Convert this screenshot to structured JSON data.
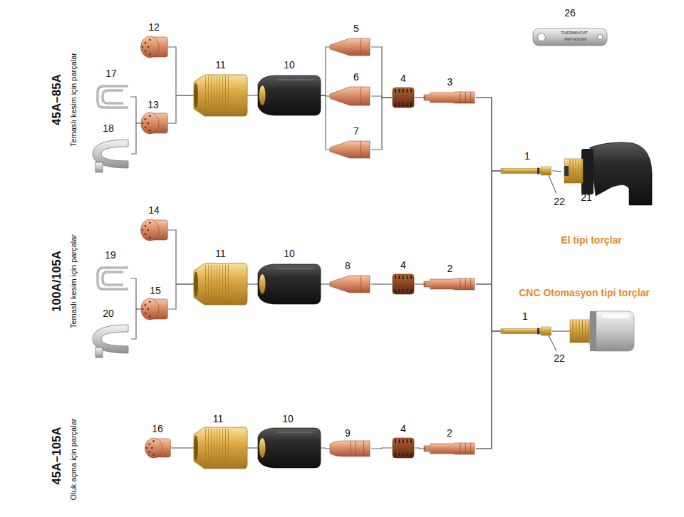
{
  "diagram": {
    "nodes": [
      {
        "text": [
          "12"
        ]
      },
      {
        "text": [
          "17"
        ]
      },
      {
        "text": [
          "13"
        ]
      },
      {
        "text": [
          "18"
        ]
      },
      {
        "text": [
          "11"
        ]
      },
      {
        "text": [
          "10"
        ]
      },
      {
        "text": [
          "5"
        ]
      },
      {
        "text": [
          "6"
        ]
      },
      {
        "text": [
          "7"
        ]
      },
      {
        "text": [
          "4"
        ]
      },
      {
        "text": [
          "3"
        ]
      },
      {
        "text": [
          "26",
          "THERMACUT",
          "FHT-EX105"
        ]
      },
      {
        "text": [
          "1"
        ]
      },
      {
        "text": [
          "El tipi torçlar"
        ]
      },
      {
        "text": [
          "14"
        ]
      },
      {
        "text": [
          "19"
        ]
      },
      {
        "text": [
          "15"
        ]
      },
      {
        "text": [
          "20"
        ]
      },
      {
        "text": [
          "11"
        ]
      },
      {
        "text": [
          "10"
        ]
      },
      {
        "text": [
          "8"
        ]
      },
      {
        "text": [
          "4"
        ]
      },
      {
        "text": [
          "2"
        ]
      },
      {
        "text": [
          "1"
        ]
      },
      {
        "text": [
          "CNC Otomasyon tipi torçlar"
        ]
      },
      {
        "text": [
          "16"
        ]
      },
      {
        "text": [
          "11"
        ]
      },
      {
        "text": [
          "10"
        ]
      },
      {
        "text": [
          "9"
        ]
      },
      {
        "text": [
          "4"
        ]
      },
      {
        "text": [
          "2"
        ]
      }
    ],
    "edges": [
      {
        "from": 0,
        "to": 4,
        "arrow": "none"
      },
      {
        "from": 2,
        "to": 4,
        "arrow": "none"
      },
      {
        "from": 1,
        "to": 2,
        "arrow": "none"
      },
      {
        "from": 3,
        "to": 2,
        "arrow": "none"
      },
      {
        "from": 4,
        "to": 5,
        "arrow": "none"
      },
      {
        "from": 5,
        "to": 6,
        "arrow": "none"
      },
      {
        "from": 5,
        "to": 7,
        "arrow": "none"
      },
      {
        "from": 5,
        "to": 8,
        "arrow": "none"
      },
      {
        "from": 6,
        "to": 9,
        "arrow": "none"
      },
      {
        "from": 7,
        "to": 9,
        "arrow": "none"
      },
      {
        "from": 8,
        "to": 9,
        "arrow": "none"
      },
      {
        "from": 9,
        "to": 10,
        "arrow": "none"
      },
      {
        "from": 10,
        "to": 12,
        "arrow": "none"
      },
      {
        "from": 10,
        "to": 23,
        "arrow": "none"
      },
      {
        "from": 22,
        "to": 12,
        "arrow": "none"
      },
      {
        "from": 22,
        "to": 23,
        "arrow": "none"
      },
      {
        "from": 30,
        "to": 12,
        "arrow": "none"
      },
      {
        "from": 30,
        "to": 23,
        "arrow": "none"
      },
      {
        "from": 12,
        "to": 13,
        "arrow": "none"
      },
      {
        "from": 23,
        "to": 24,
        "arrow": "none"
      },
      {
        "from": 14,
        "to": 18,
        "arrow": "none"
      },
      {
        "from": 16,
        "to": 18,
        "arrow": "none"
      },
      {
        "from": 15,
        "to": 16,
        "arrow": "none"
      },
      {
        "from": 17,
        "to": 16,
        "arrow": "none"
      },
      {
        "from": 18,
        "to": 19,
        "arrow": "none"
      },
      {
        "from": 19,
        "to": 20,
        "arrow": "none"
      },
      {
        "from": 20,
        "to": 21,
        "arrow": "none"
      },
      {
        "from": 21,
        "to": 22,
        "arrow": "none"
      },
      {
        "from": 25,
        "to": 26,
        "arrow": "none"
      },
      {
        "from": 26,
        "to": 27,
        "arrow": "none"
      },
      {
        "from": 27,
        "to": 28,
        "arrow": "none"
      },
      {
        "from": 28,
        "to": 29,
        "arrow": "none"
      },
      {
        "from": 29,
        "to": 30,
        "arrow": "none"
      }
    ],
    "labels": [
      "45A–85A",
      "Temaslı kesim için parçalar",
      "100A/105A",
      "Temaslı kesim için parçalar",
      "45A–105A",
      "Oluk açma için parçalar",
      "22",
      "21",
      "22"
    ]
  }
}
